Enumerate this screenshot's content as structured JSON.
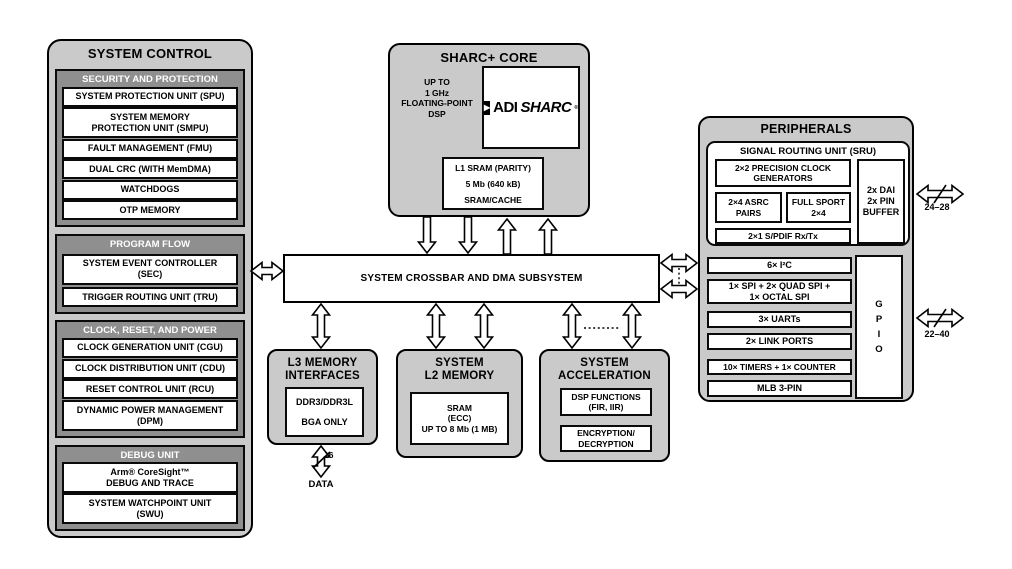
{
  "system_control": {
    "title": "SYSTEM CONTROL",
    "groups": [
      {
        "header": "SECURITY AND PROTECTION",
        "items": [
          "SYSTEM PROTECTION UNIT (SPU)",
          "SYSTEM MEMORY\nPROTECTION UNIT (SMPU)",
          "FAULT MANAGEMENT (FMU)",
          "DUAL CRC (WITH MemDMA)",
          "WATCHDOGS",
          "OTP MEMORY"
        ]
      },
      {
        "header": "PROGRAM FLOW",
        "items": [
          "SYSTEM EVENT CONTROLLER\n(SEC)",
          "TRIGGER ROUTING UNIT (TRU)"
        ]
      },
      {
        "header": "CLOCK, RESET, AND POWER",
        "items": [
          "CLOCK GENERATION UNIT (CGU)",
          "CLOCK DISTRIBUTION UNIT (CDU)",
          "RESET CONTROL UNIT (RCU)",
          "DYNAMIC POWER MANAGEMENT\n(DPM)"
        ]
      },
      {
        "header": "DEBUG UNIT",
        "items": [
          "Arm® CoreSight™\nDEBUG AND TRACE",
          "SYSTEM WATCHPOINT UNIT\n(SWU)"
        ]
      }
    ]
  },
  "sharc_core": {
    "title": "SHARC+ CORE",
    "spec": "UP TO\n1 GHz\nFLOATING-POINT\nDSP",
    "logo_adi": "ADI",
    "logo_sharc": "SHARC",
    "logo_reg": "®",
    "l1_sram": "L1 SRAM (PARITY)\n5 Mb (640 kB)\nSRAM/CACHE"
  },
  "crossbar": {
    "label": "SYSTEM CROSSBAR AND DMA SUBSYSTEM"
  },
  "l3_memory": {
    "title": "L3 MEMORY\nINTERFACES",
    "ddr": "DDR3/DDR3L",
    "bga": "BGA ONLY",
    "bus_width": "16",
    "bus_label": "DATA"
  },
  "l2_memory": {
    "title": "SYSTEM\nL2 MEMORY",
    "sram": "SRAM\n(ECC)\nUP TO 8 Mb (1 MB)"
  },
  "acceleration": {
    "title": "SYSTEM\nACCELERATION",
    "dsp": "DSP FUNCTIONS\n(FIR, IIR)",
    "crypto": "ENCRYPTION/\nDECRYPTION"
  },
  "peripherals": {
    "title": "PERIPHERALS",
    "sru": {
      "title": "SIGNAL ROUTING UNIT (SRU)",
      "clock_generators": "2×2 PRECISION CLOCK\nGENERATORS",
      "asrc": "2×4 ASRC\nPAIRS",
      "sport": "FULL SPORT\n2×4",
      "spdif": "2×1 S/PDIF Rx/Tx",
      "dai_buffer": "2x DAI\n2x PIN\nBUFFER"
    },
    "rows": [
      "6× I²C",
      "1× SPI + 2× QUAD SPI +\n1× OCTAL SPI",
      "3× UARTs",
      "2× LINK PORTS",
      "10× TIMERS + 1× COUNTER",
      "MLB 3-PIN"
    ],
    "gpio": "G\nP\nI\nO",
    "pin_count_dai": "24–28",
    "pin_count_gpio": "22–40"
  },
  "colors": {
    "block_fill": "#cacaca",
    "group_fill": "#8f8f8f",
    "box_fill": "#ffffff",
    "border": "#000000"
  }
}
